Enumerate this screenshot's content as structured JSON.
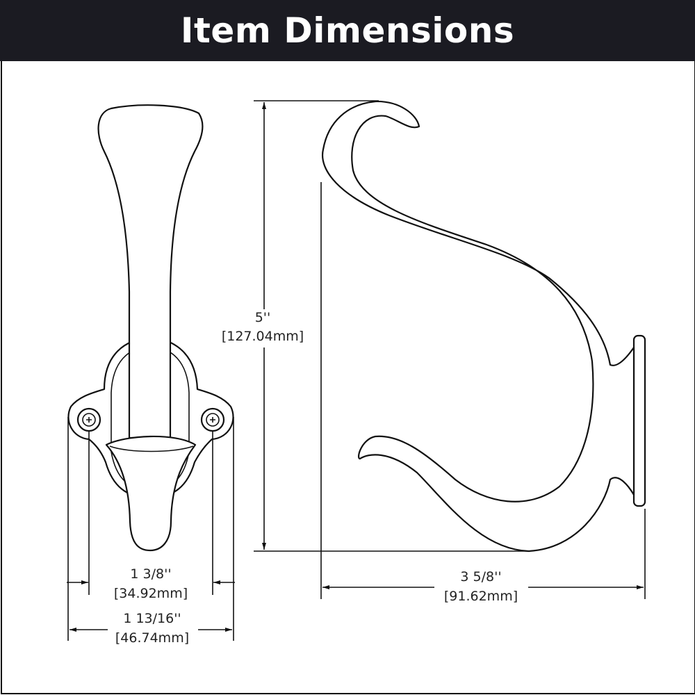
{
  "header": {
    "title": "Item Dimensions"
  },
  "dimensions": {
    "height": {
      "imperial": "5''",
      "metric": "[127.04mm]"
    },
    "depth": {
      "imperial": "3 5/8''",
      "metric": "[91.62mm]"
    },
    "hole_spacing": {
      "imperial": "1 3/8''",
      "metric": "[34.92mm]"
    },
    "base_width": {
      "imperial": "1 13/16''",
      "metric": "[46.74mm]"
    }
  },
  "colors": {
    "header_bg": "#1b1b22",
    "header_text": "#ffffff",
    "line": "#111111"
  }
}
